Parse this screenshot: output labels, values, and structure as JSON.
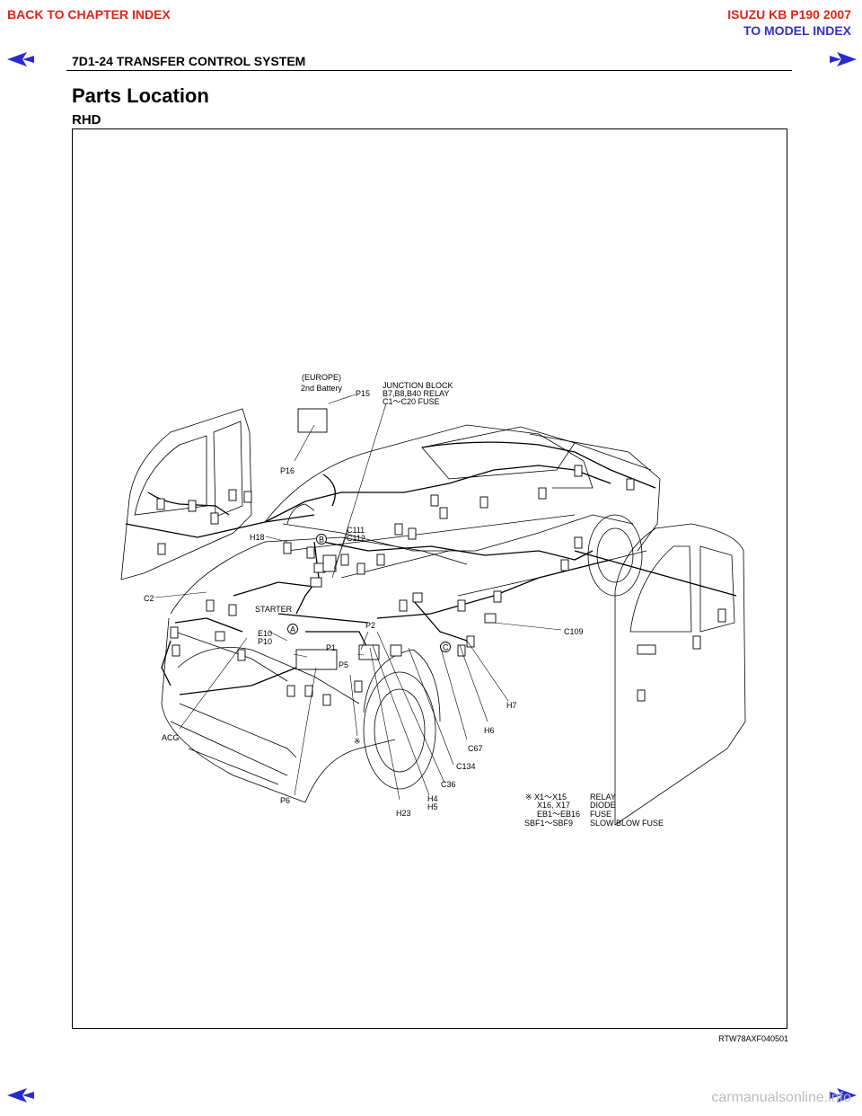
{
  "nav": {
    "back_chapter": "BACK TO CHAPTER INDEX",
    "model_title": "ISUZU KB P190 2007",
    "model_index": "TO MODEL INDEX"
  },
  "header": {
    "section": "7D1-24  TRANSFER CONTROL SYSTEM"
  },
  "page": {
    "title": "Parts Location",
    "subtitle": "RHD"
  },
  "diagram": {
    "labels": {
      "europe": "(EUROPE)",
      "battery2": "2nd Battery",
      "p15": "P15",
      "p16": "P16",
      "jb1": "JUNCTION BLOCK",
      "jb2": "B7,B8,B40 RELAY",
      "jb3": "C1～C20 FUSE",
      "h18": "H18",
      "c111": "C111",
      "c112": "C112",
      "c2": "C2",
      "starter": "STARTER",
      "e10": "E10",
      "p10": "P10",
      "p1": "P1",
      "p2": "P2",
      "p5": "P5",
      "c109": "C109",
      "h7": "H7",
      "h6": "H6",
      "c67": "C67",
      "c134": "C134",
      "c36": "C36",
      "h4": "H4",
      "h5": "H5",
      "h23": "H23",
      "p6": "P6",
      "acg": "ACG",
      "kome": "※",
      "ca": "A",
      "cb": "B",
      "cc": "C"
    },
    "legend": [
      {
        "code": "※ X1～X15",
        "desc": "RELAY"
      },
      {
        "code": "X16, X17",
        "desc": "DIODE"
      },
      {
        "code": "EB1～EB16",
        "desc": "FUSE"
      },
      {
        "code": "SBF1～SBF9",
        "desc": "SLOW BLOW FUSE"
      }
    ],
    "figure_code": "RTW78AXF040501"
  },
  "footer": {
    "watermark": "carmanualsonline.info"
  }
}
